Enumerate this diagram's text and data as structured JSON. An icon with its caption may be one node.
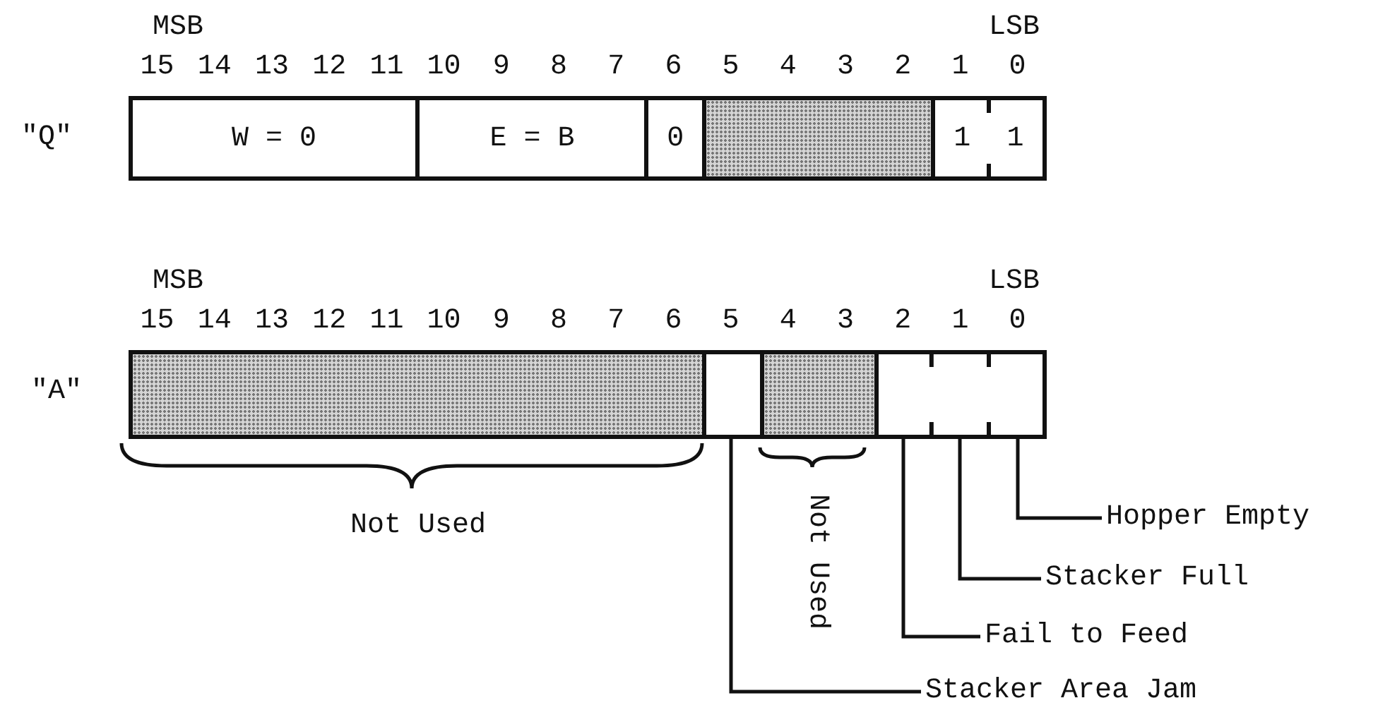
{
  "diagram": {
    "nodes": [
      {
        "text": [
          "W = 0"
        ]
      },
      {
        "text": [
          "E = B"
        ]
      },
      {
        "text": [
          "0"
        ]
      },
      {
        "text": [],
        "shape": "box"
      },
      {
        "text": [
          "1"
        ]
      },
      {
        "text": [
          "1"
        ]
      },
      {
        "text": [],
        "shape": "box"
      },
      {
        "text": [],
        "shape": "box"
      },
      {
        "text": [],
        "shape": "box"
      },
      {
        "text": [],
        "shape": "box"
      },
      {
        "text": [],
        "shape": "box"
      },
      {
        "text": [],
        "shape": "box"
      },
      {
        "text": [
          "Hopper Empty"
        ]
      },
      {
        "text": [
          "Stacker Full"
        ]
      },
      {
        "text": [
          "Fail to Feed"
        ]
      },
      {
        "text": [
          "Stacker Area Jam"
        ]
      }
    ],
    "edges": [
      {
        "from": 12,
        "to": 11,
        "arrow": "none"
      },
      {
        "from": 13,
        "to": 10,
        "arrow": "none"
      },
      {
        "from": 14,
        "to": 9,
        "arrow": "none"
      },
      {
        "from": 15,
        "to": 7,
        "arrow": "none"
      }
    ],
    "labels": [
      "MSB",
      "LSB",
      "15",
      "14",
      "13",
      "12",
      "11",
      "10",
      "9",
      "8",
      "7",
      "6",
      "5",
      "4",
      "3",
      "2",
      "1",
      "0",
      "\"Q\"",
      "MSB",
      "LSB",
      "15",
      "14",
      "13",
      "12",
      "11",
      "10",
      "9",
      "8",
      "7",
      "6",
      "5",
      "4",
      "3",
      "2",
      "1",
      "0",
      "\"A\"",
      "Not Used",
      "Not Used"
    ]
  }
}
